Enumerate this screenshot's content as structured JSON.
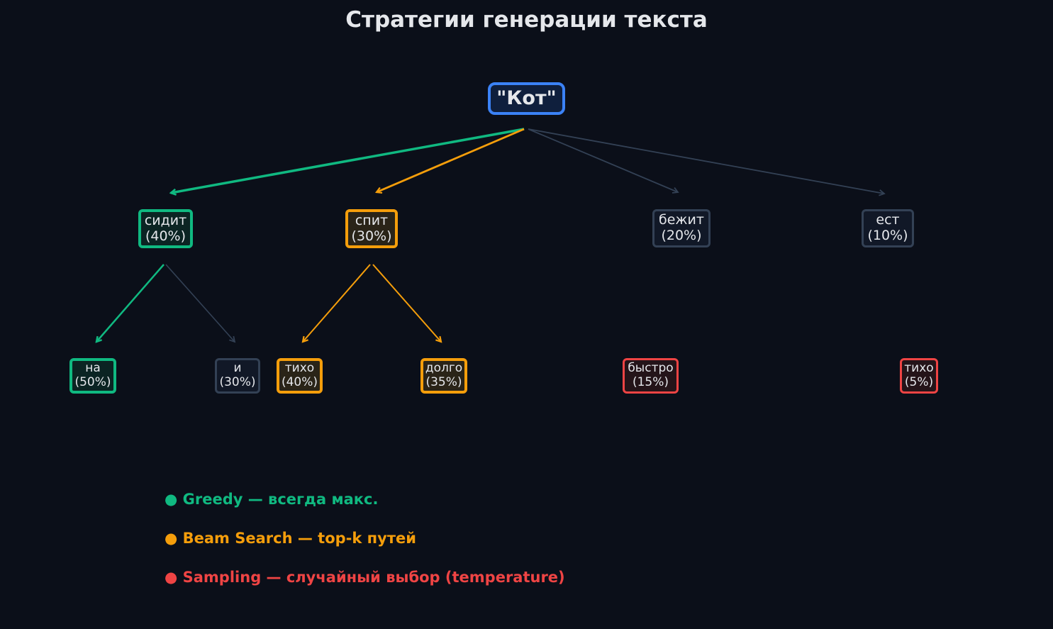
{
  "title": "Стратегии генерации текста",
  "root": {
    "label": "\"Кот\""
  },
  "level1": [
    {
      "word": "сидит",
      "prob": "(40%)"
    },
    {
      "word": "спит",
      "prob": "(30%)"
    },
    {
      "word": "бежит",
      "prob": "(20%)"
    },
    {
      "word": "ест",
      "prob": "(10%)"
    }
  ],
  "level2": [
    {
      "word": "на",
      "prob": "(50%)"
    },
    {
      "word": "и",
      "prob": "(30%)"
    },
    {
      "word": "тихо",
      "prob": "(40%)"
    },
    {
      "word": "долго",
      "prob": "(35%)"
    },
    {
      "word": "быстро",
      "prob": "(15%)"
    },
    {
      "word": "тихо",
      "prob": "(5%)"
    }
  ],
  "legend": [
    {
      "text": "● Greedy — всегда макс.",
      "color": "#10b981"
    },
    {
      "text": "● Beam Search — top-k путей",
      "color": "#f59e0b"
    },
    {
      "text": "● Sampling — случайный выбор (temperature)",
      "color": "#ef4444"
    }
  ],
  "colors": {
    "greedy": "#10b981",
    "beam": "#f59e0b",
    "sampling": "#ef4444",
    "root": "#3b82f6",
    "inactive": "#334155",
    "background": "#0b0f19"
  }
}
